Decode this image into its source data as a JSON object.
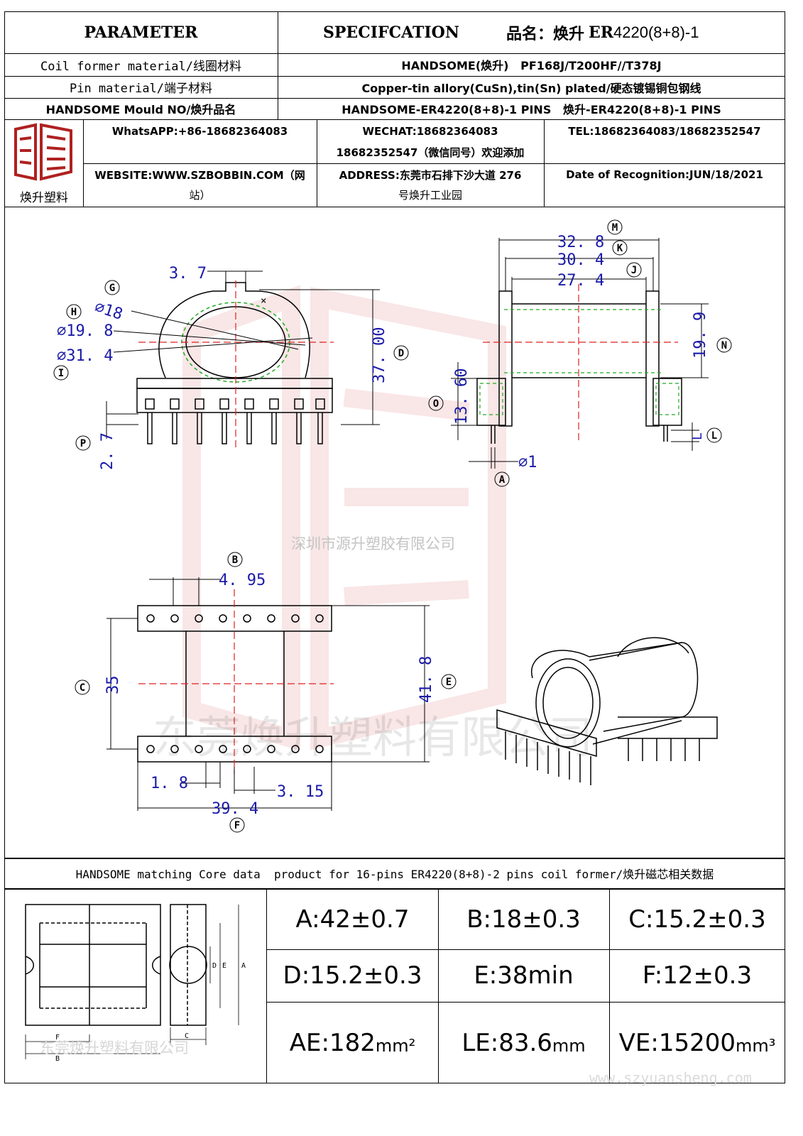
{
  "header": {
    "parameter": "PARAMETER",
    "specification": "SPECIFCATION",
    "product_label": "品名：焕升",
    "product_name": "ER4220(8+8)-1"
  },
  "rows": [
    {
      "label": "Coil former material/线圈材料",
      "value": "HANDSOME(焕升)   PF168J/T200HF//T378J"
    },
    {
      "label": "Pin material/端子材料",
      "value": "Copper-tin allory(CuSn),tin(Sn) plated/硬态镀锡铜包钢线"
    },
    {
      "label": "HANDSOME Mould NO/焕升品名",
      "value": "HANDSOME-ER4220(8+8)-1 PINS   焕升-ER4220(8+8)-1 PINS"
    }
  ],
  "contact": {
    "logo_text": "焕升塑料",
    "whatsapp": "WhatsAPP:+86-18682364083",
    "wechat_line1": "WECHAT:18682364083",
    "wechat_line2": "18682352547（微信同号）欢迎添加",
    "tel": "TEL:18682364083/18682352547",
    "website_line1": "WEBSITE:WWW.SZBOBBIN.COM（网",
    "website_line2": "站）",
    "address_line1": "ADDRESS:东莞市石排下沙大道 276",
    "address_line2": "号焕升工业园",
    "date": "Date of Recognition:JUN/18/2021"
  },
  "drawing": {
    "watermark_center": "深圳市源升塑胶有限公司",
    "watermark_big": "东莞焕升塑料有限公司",
    "dims": {
      "d37": "3. 7",
      "d18": "⌀18",
      "d198": "⌀19. 8",
      "d314": "⌀31. 4",
      "d3700": "37. 00",
      "d27": "2. 7",
      "d328": "32. 8",
      "d304": "30. 4",
      "d274": "27. 4",
      "d199": "19. 9",
      "d1360": "13. 60",
      "d1": "⌀1",
      "dL": "L",
      "d495": "4. 95",
      "d35": "35",
      "d418": "41. 8",
      "d18b": "1. 8",
      "d315": "3. 15",
      "d394": "39. 4"
    },
    "markers": {
      "G": "G",
      "H": "H",
      "I": "I",
      "D": "D",
      "P": "P",
      "M": "M",
      "K": "K",
      "J": "J",
      "N": "N",
      "O": "O",
      "L": "L",
      "A": "A",
      "B": "B",
      "C": "C",
      "E": "E",
      "F": "F"
    }
  },
  "core": {
    "title": "HANDSOME matching Core data  product for 16-pins ER4220(8+8)-2 pins coil former/焕升磁芯相关数据",
    "cells": [
      "A:42±0.7",
      "B:18±0.3",
      "C:15.2±0.3",
      "D:15.2±0.3",
      "E:38min",
      "F:12±0.3"
    ],
    "ae_value": "AE:182",
    "ae_unit": "mm²",
    "le_value": "LE:83.6",
    "le_unit": "mm",
    "ve_value": "VE:15200",
    "ve_unit": "mm³",
    "sketch_labels": {
      "A": "A",
      "B": "B",
      "C": "C",
      "D": "D",
      "E": "E",
      "F": "F"
    },
    "watermark": "东莞焕升塑料有限公司",
    "website_watermark": "www.szyuansheng.com"
  },
  "colors": {
    "dim_blue": "#1a1aa8",
    "center_red": "#e02020",
    "green": "#22aa22",
    "watermark": "#f2c9c9"
  }
}
